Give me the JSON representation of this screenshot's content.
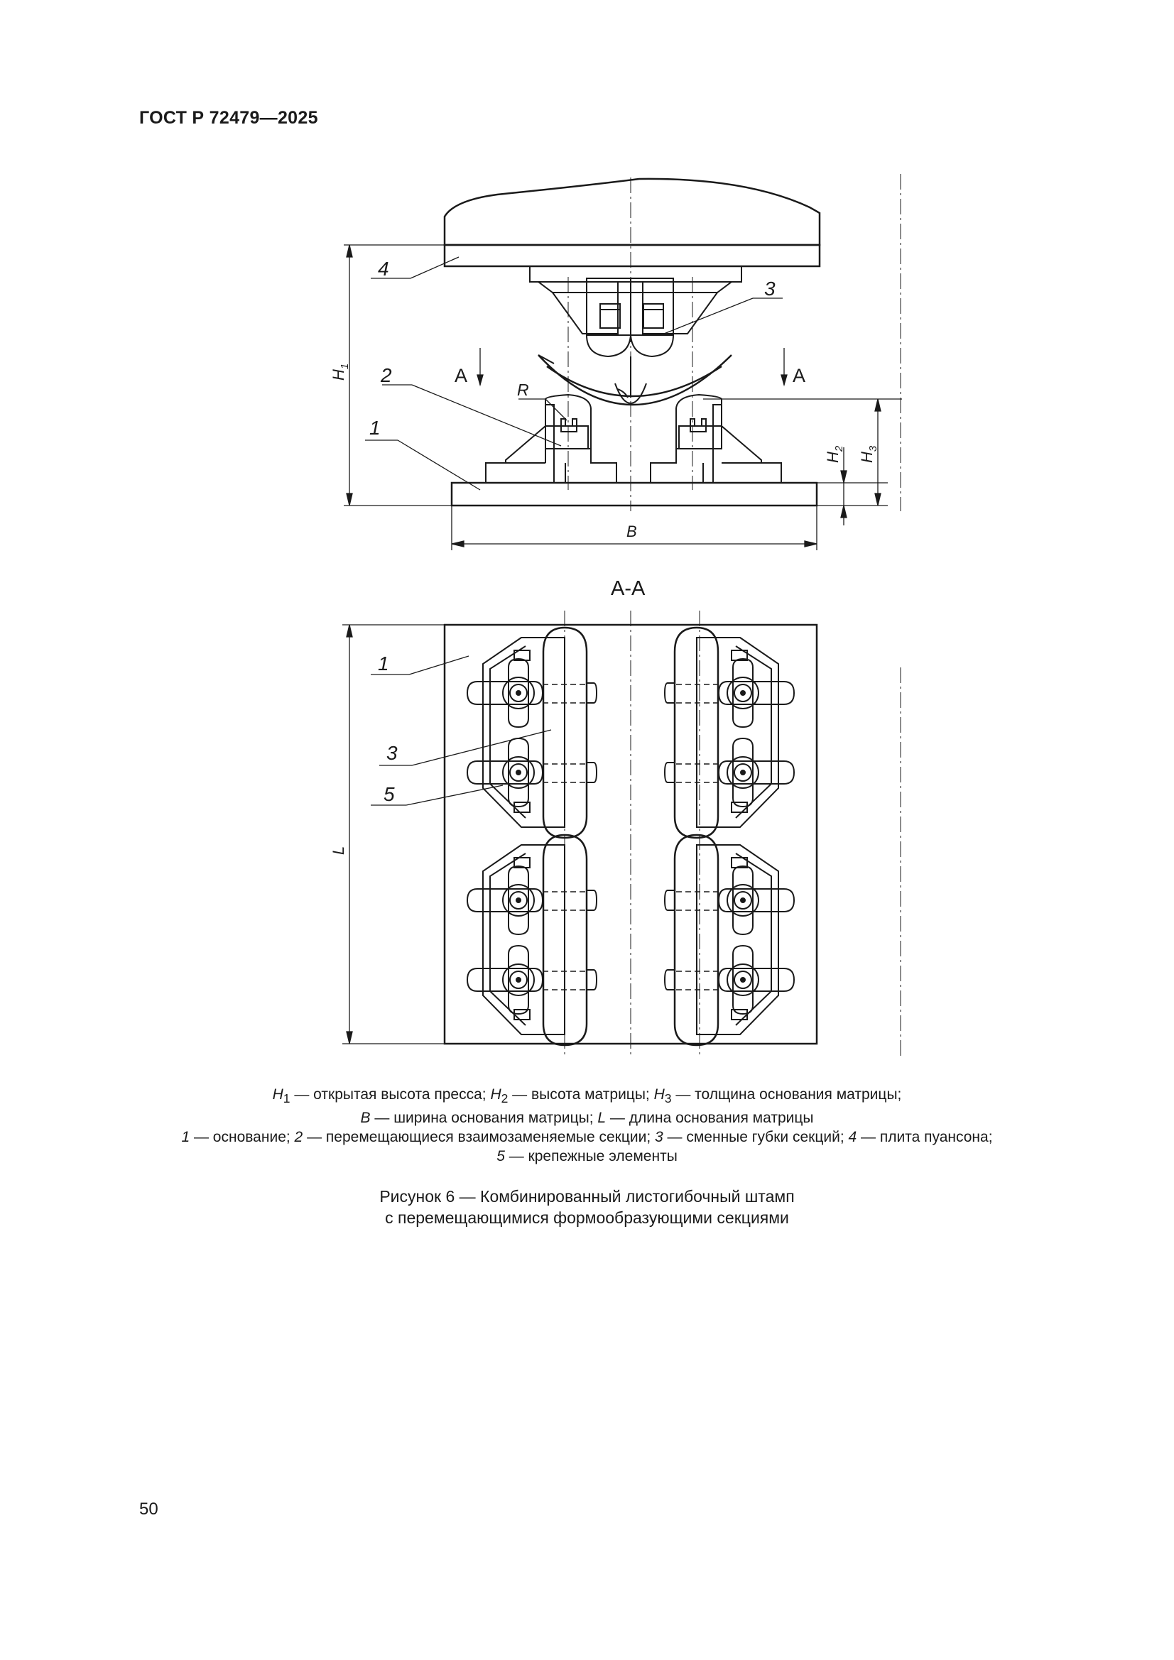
{
  "header": {
    "doc_code": "ГОСТ Р 72479—2025"
  },
  "figure": {
    "section_title": "А-А",
    "section_marks": [
      "А",
      "А"
    ],
    "leaders": [
      "4",
      "3",
      "2",
      "R",
      "1",
      "1",
      "3",
      "5"
    ],
    "dimensions": {
      "h1": "H",
      "h1_sub": "1",
      "h2": "H",
      "h2_sub": "2",
      "h3": "H",
      "h3_sub": "3",
      "b": "B",
      "l": "L"
    }
  },
  "legend": {
    "line1": [
      {
        "sym": "H",
        "sub": "1",
        "text": " — открытая высота пресса; "
      },
      {
        "sym": "H",
        "sub": "2",
        "text": " — высота матрицы; "
      },
      {
        "sym": "H",
        "sub": "3",
        "text": " — толщина основания матрицы;"
      }
    ],
    "line2": [
      {
        "sym": "B",
        "text": " — ширина основания матрицы; "
      },
      {
        "sym": "L",
        "text": " — длина основания матрицы"
      }
    ],
    "line3": [
      {
        "sym": "1",
        "text": " — основание; "
      },
      {
        "sym": "2",
        "text": " — перемещающиеся взаимозаменяемые секции; "
      },
      {
        "sym": "3",
        "text": " — сменные губки секций; "
      },
      {
        "sym": "4",
        "text": " — плита пуансона;"
      }
    ],
    "line4": [
      {
        "sym": "5",
        "text": " — крепежные элементы"
      }
    ]
  },
  "caption": {
    "line1": "Рисунок 6 — Комбинированный листогибочный штамп",
    "line2": "с перемещающимися формообразующими секциями"
  },
  "page_number": "50"
}
